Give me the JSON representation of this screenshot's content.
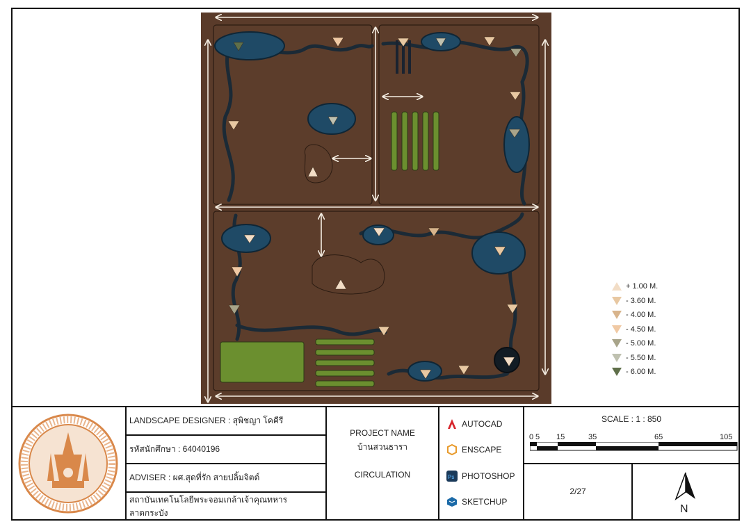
{
  "legend": [
    {
      "label": "+ 1.00 M.",
      "direction": "up",
      "color": "#f2ddc6"
    },
    {
      "label": "- 3.60 M.",
      "direction": "down",
      "color": "#e8c8a2"
    },
    {
      "label": "- 4.00 M.",
      "direction": "down",
      "color": "#d8b48c"
    },
    {
      "label": "- 4.50 M.",
      "direction": "down",
      "color": "#f0c9a4"
    },
    {
      "label": "- 5.00 M.",
      "direction": "down",
      "color": "#a8a48a"
    },
    {
      "label": "- 5.50 M.",
      "direction": "down",
      "color": "#bfc1b0"
    },
    {
      "label": "- 6.00 M.",
      "direction": "down",
      "color": "#5f6f4a"
    }
  ],
  "title_block": {
    "designer": "LANDSCAPE DESIGNER : สุพิชญา โคคีรี",
    "student_id": "รหัสนักศึกษา : 64040196",
    "adviser": "ADVISER : ผศ.สุดที่รัก สายปลิ้มจิตต์",
    "institute": "สถาบันเทคโนโลยีพระจอมเกล้าเจ้าคุณทหารลาดกระบัง",
    "project_label": "PROJECT NAME",
    "project_name": "บ้านสวนธารา",
    "sheet_title": "CIRCULATION",
    "software": [
      {
        "name": "AUTOCAD",
        "icon": "autocad-icon",
        "color": "#d7262c"
      },
      {
        "name": "ENSCAPE",
        "icon": "enscape-icon",
        "color": "#e89a2b"
      },
      {
        "name": "PHOTOSHOP",
        "icon": "photoshop-icon",
        "color": "#1a3a5a"
      },
      {
        "name": "SKETCHUP",
        "icon": "sketchup-icon",
        "color": "#1b6aa8"
      }
    ],
    "scale": "SCALE : 1 : 850",
    "scale_ticks": [
      "0",
      "5",
      "15",
      "35",
      "65",
      "105"
    ],
    "page": "2/27",
    "north": "N"
  },
  "colors": {
    "soil": "#5a3b2a",
    "water": "#1f4a66",
    "grass": "#5f7f2e",
    "seal": "#d9884a"
  }
}
